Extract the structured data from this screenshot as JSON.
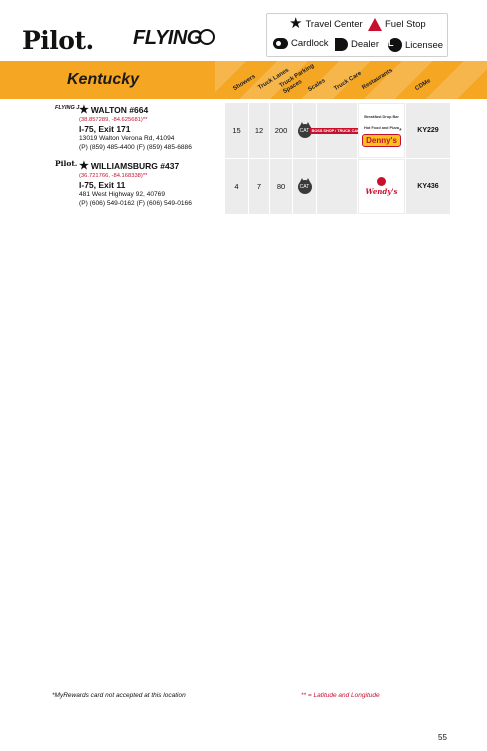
{
  "header": {
    "brand_pilot": "Pilot.",
    "brand_flying": "FLYING"
  },
  "legend": {
    "travel_center": "Travel Center",
    "fuel_stop": "Fuel Stop",
    "cardlock": "Cardlock",
    "dealer": "Dealer",
    "licensee": "Licensee",
    "licensee_letter": "L",
    "colors": {
      "fuel_stop": "#c8102e",
      "band": "#f5a623",
      "coords": "#c8102e"
    }
  },
  "state": "Kentucky",
  "columns": [
    "Showers",
    "Truck Lanes",
    "Truck Parking Spaces",
    "Scales",
    "Truck Care",
    "Restaurants",
    "CDMe"
  ],
  "locations": [
    {
      "brand_label": "FLYING J",
      "name": "WALTON #664",
      "coords": "(38.857289, -84.625681)",
      "coords_mark": "**",
      "exit": "I-75, Exit 171",
      "address": "13019 Walton Verona Rd, 41094",
      "phone": "(P) (859) 485-4400  (F) (859) 485-6886",
      "showers": "15",
      "truck_lanes": "12",
      "parking": "200",
      "scale_badge": "CAT",
      "truck_care": "BOSS SHOP / TRUCK CARE",
      "restaurant_note_1": "Breakfast Drop Bar",
      "restaurant_note_2": "Hot Food and Pizza",
      "restaurant": "Denny's",
      "restaurant_mark": "*",
      "cdme": "KY229"
    },
    {
      "brand_label": "Pilot.",
      "name": "WILLIAMSBURG #437",
      "coords": "(36.721766, -84.168338)",
      "coords_mark": "**",
      "exit": "I-75, Exit 11",
      "address": "481 West Highway 92, 40769",
      "phone": "(P) (606) 549-0162  (F) (606) 549-0166",
      "showers": "4",
      "truck_lanes": "7",
      "parking": "80",
      "scale_badge": "CAT",
      "restaurant": "Wendy's",
      "cdme": "KY436"
    }
  ],
  "footer": {
    "myrewards_note": "*MyRewards card not accepted at this location",
    "latlng_note": "** = Latitude and Longitude",
    "page_number": "55"
  }
}
